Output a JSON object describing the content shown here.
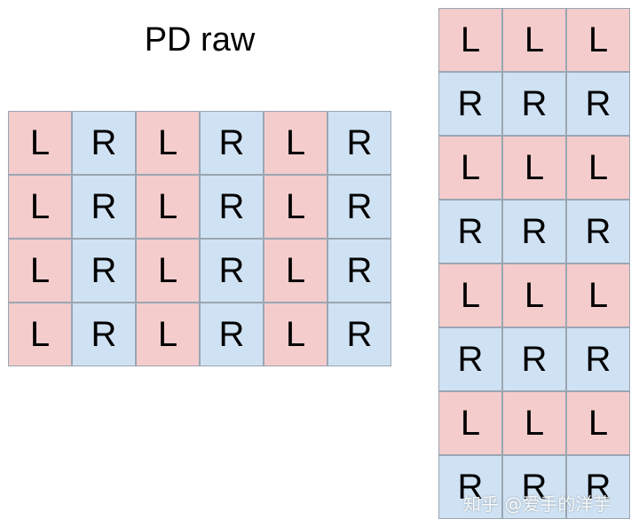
{
  "title": "PD raw",
  "colors": {
    "left_pixel": "#f4cccc",
    "right_pixel": "#cfe2f3",
    "grid_line": "#9aa6b2"
  },
  "left_grid": {
    "rows": [
      [
        "L",
        "R",
        "L",
        "R",
        "L",
        "R"
      ],
      [
        "L",
        "R",
        "L",
        "R",
        "L",
        "R"
      ],
      [
        "L",
        "R",
        "L",
        "R",
        "L",
        "R"
      ],
      [
        "L",
        "R",
        "L",
        "R",
        "L",
        "R"
      ]
    ]
  },
  "right_grid": {
    "rows": [
      [
        "L",
        "L",
        "L"
      ],
      [
        "R",
        "R",
        "R"
      ],
      [
        "L",
        "L",
        "L"
      ],
      [
        "R",
        "R",
        "R"
      ],
      [
        "L",
        "L",
        "L"
      ],
      [
        "R",
        "R",
        "R"
      ],
      [
        "L",
        "L",
        "L"
      ],
      [
        "R",
        "R",
        "R"
      ]
    ]
  },
  "watermark": "知乎 @爱手的洋芋"
}
